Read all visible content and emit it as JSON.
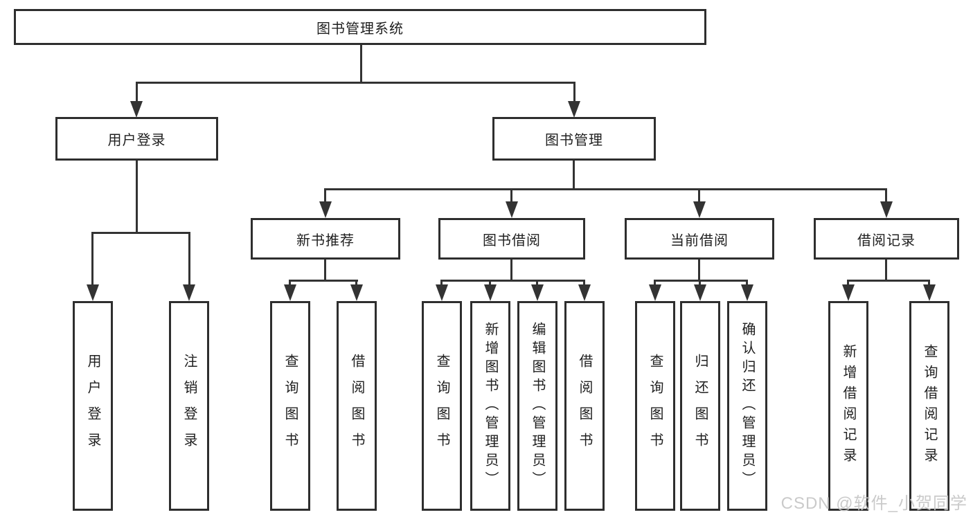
{
  "colors": {
    "background": "#ffffff",
    "line": "#333333",
    "box_border": "#2e2e2e",
    "text": "#1f1f1f",
    "watermark": "#c8c8c8"
  },
  "watermark": {
    "text": "CSDN @软件_小贺同学"
  },
  "tree": {
    "root": {
      "label": "图书管理系统",
      "children": [
        {
          "label": "用户登录",
          "children": [
            {
              "label": "用户登录"
            },
            {
              "label": "注销登录"
            }
          ]
        },
        {
          "label": "图书管理",
          "children": [
            {
              "label": "新书推荐",
              "children": [
                {
                  "label": "查询图书"
                },
                {
                  "label": "借阅图书"
                }
              ]
            },
            {
              "label": "图书借阅",
              "children": [
                {
                  "label": "查询图书"
                },
                {
                  "label": "新增图书（管理员）"
                },
                {
                  "label": "编辑图书（管理员）"
                },
                {
                  "label": "借阅图书"
                }
              ]
            },
            {
              "label": "当前借阅",
              "children": [
                {
                  "label": "查询图书"
                },
                {
                  "label": "归还图书"
                },
                {
                  "label": "确认归还（管理员）"
                }
              ]
            },
            {
              "label": "借阅记录",
              "children": [
                {
                  "label": "新增借阅记录"
                },
                {
                  "label": "查询借阅记录"
                }
              ]
            }
          ]
        }
      ]
    }
  }
}
